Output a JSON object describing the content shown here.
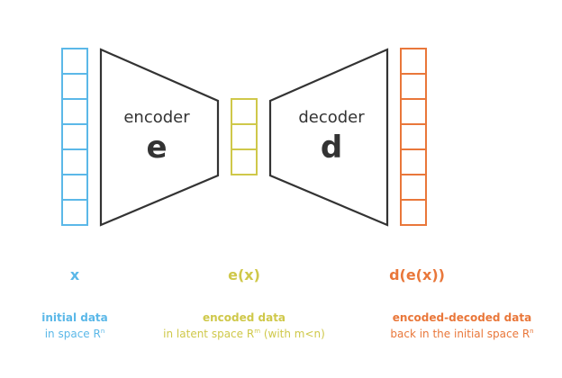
{
  "colors": {
    "input": "#5bb8e8",
    "latent": "#cfc84a",
    "output": "#e9773a",
    "block": "#333333"
  },
  "encoder": {
    "name": "encoder",
    "letter": "e"
  },
  "decoder": {
    "name": "decoder",
    "letter": "d"
  },
  "input": {
    "cells": 7,
    "variable": "x",
    "title": "initial data",
    "subtitle": "in space R",
    "subtitle_sup": "n"
  },
  "latent": {
    "cells": 3,
    "variable": "e(x)",
    "title": "encoded data",
    "subtitle": "in latent space R",
    "subtitle_sup": "m",
    "subtitle_tail": " (with m<n)"
  },
  "output": {
    "cells": 7,
    "variable": "d(e(x))",
    "title": "encoded-decoded data",
    "subtitle": "back in the initial space R",
    "subtitle_sup": "n"
  }
}
